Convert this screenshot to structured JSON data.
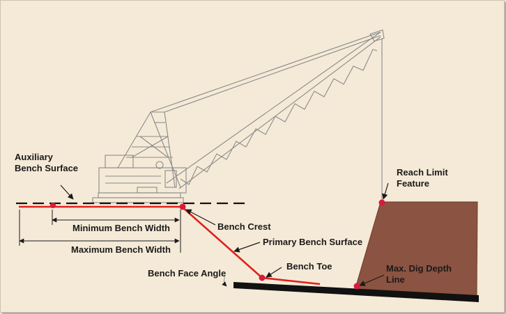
{
  "labels": {
    "auxiliary_line1": "Auxiliary",
    "auxiliary_line2": "Bench Surface",
    "reach_limit_line1": "Reach Limit",
    "reach_limit_line2": "Feature",
    "minimum_bench_width": "Minimum Bench Width",
    "maximum_bench_width": "Maximum  Bench Width",
    "bench_crest": "Bench Crest",
    "primary_bench_surface": "Primary Bench Surface",
    "bench_toe": "Bench Toe",
    "bench_face_angle": "Bench Face Angle",
    "max_dig_line1": "Max. Dig Depth",
    "max_dig_line2": "Line"
  },
  "colors": {
    "background": "#f5ead7",
    "profile_red": "#e0201c",
    "spoil_brown": "#8b5341",
    "crane_gray": "#8a8a8a",
    "ground_black": "#111111",
    "point_marker": "#d81b3c"
  }
}
